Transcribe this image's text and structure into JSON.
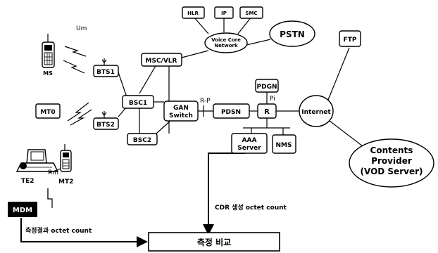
{
  "nodes": {
    "hlr": "HLR",
    "ip": "IP",
    "smc": "SMC",
    "voice_core": [
      "Voice Core",
      "Network"
    ],
    "pstn": "PSTN",
    "ftp": "FTP",
    "msc_vlr": "MSC/VLR",
    "pdgn": "PDGN",
    "bts1": "BTS1",
    "bts2": "BTS2",
    "bsc1": "BSC1",
    "bsc2": "BSC2",
    "gan_switch": [
      "GAN",
      "Switch"
    ],
    "pdsn": "PDSN",
    "router": "R",
    "internet": "Internet",
    "aaa_server": [
      "AAA",
      "Server"
    ],
    "nms": "NMS",
    "contents_provider": [
      "Contents",
      "Provider",
      "(VOD Server)"
    ],
    "ms": "MS",
    "mt0": "MT0",
    "te2": "TE2",
    "mt2": "MT2",
    "mdm": "MDM",
    "compare": "측정 비교"
  },
  "labels": {
    "um": "Um",
    "rp": "R-P",
    "pi": "Pi",
    "rm": "Rm",
    "cdr": "CDR 생성 octet count",
    "measure": "측정결과 octet count"
  }
}
